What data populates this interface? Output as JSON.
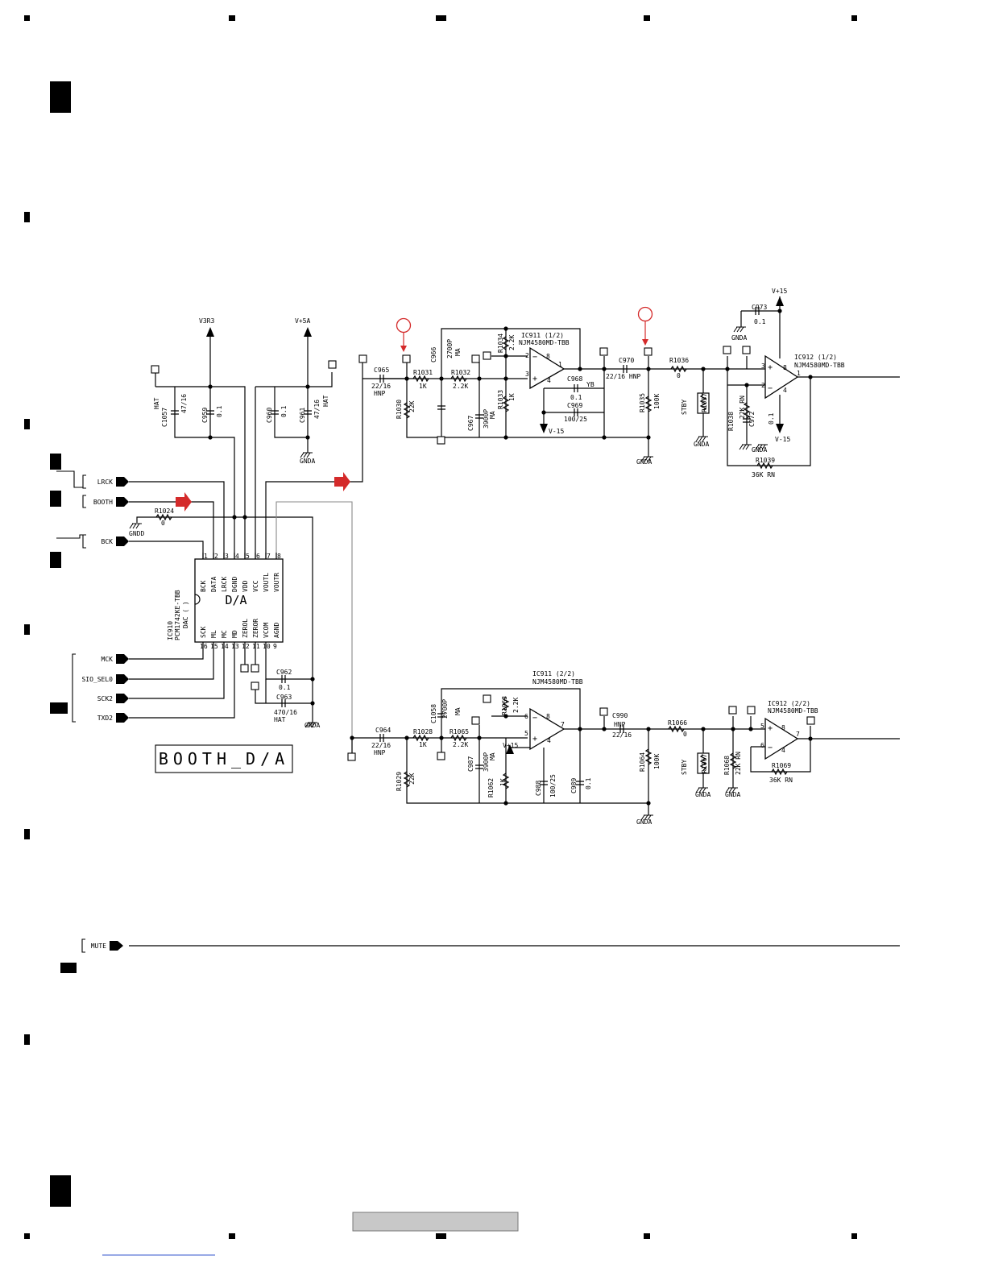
{
  "colors": {
    "wire": "#000000",
    "signal_arrow": "#d42a2a",
    "probe_circle": "#d42a2a",
    "footer_bar": "#c8c8c8",
    "link_line": "#3355cc",
    "gray_wire": "#888888"
  },
  "title_box": "BOOTH_D/A",
  "ports": {
    "lrck": "LRCK",
    "booth": "BOOTH",
    "bck": "BCK",
    "mck": "MCK",
    "sio_sel": "SIO_SEL0",
    "sck2": "SCK2",
    "txd2": "TXD2",
    "mute": "MUTE"
  },
  "rails": {
    "v3r3": "V3R3",
    "v5a": "V+5A",
    "v15p": "V+15",
    "v15n": "V-15"
  },
  "grounds": {
    "gnda": "GNDA",
    "gndd": "GNDD"
  },
  "dac": {
    "ref": "IC910",
    "part": "PCM1742KE-TBB",
    "func": "DAC ( )",
    "center": "D/A",
    "top_pins": [
      {
        "num": "1",
        "name": "BCK"
      },
      {
        "num": "2",
        "name": "DATA"
      },
      {
        "num": "3",
        "name": "LRCK"
      },
      {
        "num": "4",
        "name": "DGND"
      },
      {
        "num": "5",
        "name": "VDD"
      },
      {
        "num": "6",
        "name": "VCC"
      },
      {
        "num": "7",
        "name": "VOUTL"
      },
      {
        "num": "8",
        "name": "VOUTR"
      }
    ],
    "bottom_pins": [
      {
        "num": "16",
        "name": "SCK"
      },
      {
        "num": "15",
        "name": "ML"
      },
      {
        "num": "14",
        "name": "MC"
      },
      {
        "num": "13",
        "name": "MD"
      },
      {
        "num": "12",
        "name": "ZEROL"
      },
      {
        "num": "11",
        "name": "ZEROR"
      },
      {
        "num": "10",
        "name": "VCOM"
      },
      {
        "num": "9",
        "name": "AGND"
      }
    ]
  },
  "opamps": {
    "ic911a": {
      "ref": "IC911 (1/2)",
      "part": "NJM4580MD-TBB",
      "pins": {
        "inv": "2",
        "noninv": "3",
        "out": "1",
        "vp": "8",
        "vn": "4"
      }
    },
    "ic911b": {
      "ref": "IC911 (2/2)",
      "part": "NJM4580MD-TBB",
      "pins": {
        "inv": "6",
        "noninv": "5",
        "out": "7",
        "vp": "8",
        "vn": "4"
      }
    },
    "ic912a": {
      "ref": "IC912 (1/2)",
      "part": "NJM4580MD-TBB",
      "pins": {
        "inv": "2",
        "noninv": "3",
        "out": "1",
        "vp": "8",
        "vn": "4"
      }
    },
    "ic912b": {
      "ref": "IC912 (2/2)",
      "part": "NJM4580MD-TBB",
      "pins": {
        "inv": "6",
        "noninv": "5",
        "out": "7",
        "vp": "8",
        "vn": "4"
      }
    }
  },
  "components": {
    "c1057": {
      "ref": "C1057",
      "val": "47/16",
      "type": "HAT"
    },
    "c959": {
      "ref": "C959",
      "val": "0.1"
    },
    "c960": {
      "ref": "C960",
      "val": "0.1"
    },
    "c961": {
      "ref": "C961",
      "val": "47/16",
      "type": "HAT"
    },
    "r1024": {
      "ref": "R1024",
      "val": "0"
    },
    "c962": {
      "ref": "C962",
      "val": "0.1"
    },
    "c963": {
      "ref": "C963",
      "val": "470/16",
      "type": "HAT"
    },
    "c965": {
      "ref": "C965",
      "val": "22/16",
      "type": "HNP"
    },
    "r1031": {
      "ref": "R1031",
      "val": "1K"
    },
    "r1030": {
      "ref": "R1030",
      "val": "22K"
    },
    "c966": {
      "ref": "C966",
      "val": "2700P",
      "type": "MA"
    },
    "r1032": {
      "ref": "R1032",
      "val": "2.2K"
    },
    "c967": {
      "ref": "C967",
      "val": "3900P",
      "type": "MA"
    },
    "r1034": {
      "ref": "R1034",
      "val": "2.2K"
    },
    "r1033": {
      "ref": "R1033",
      "val": "1K"
    },
    "c968": {
      "ref": "C968",
      "val": "0.1",
      "type": "YB"
    },
    "c969": {
      "ref": "C969",
      "val": "100/25"
    },
    "c970": {
      "ref": "C970",
      "val": "22/16 HNP"
    },
    "r1035": {
      "ref": "R1035",
      "val": "100K"
    },
    "r1036": {
      "ref": "R1036",
      "val": "0"
    },
    "r1037": {
      "ref": "R1037",
      "flag": "STBY"
    },
    "c973": {
      "ref": "C973",
      "val": "0.1"
    },
    "r1038": {
      "ref": "R1038",
      "val": "22K RN"
    },
    "c972": {
      "ref": "C972",
      "val": "0.1"
    },
    "r1039": {
      "ref": "R1039",
      "val": "36K RN"
    },
    "c964": {
      "ref": "C964",
      "val": "22/16",
      "type": "HNP"
    },
    "r1028": {
      "ref": "R1028",
      "val": "1K"
    },
    "r1029": {
      "ref": "R1029",
      "val": "22K"
    },
    "c1058": {
      "ref": "C1058",
      "val": "2700P",
      "type": "MA"
    },
    "r1065": {
      "ref": "R1065",
      "val": "2.2K"
    },
    "c987": {
      "ref": "C987",
      "val": "3900P",
      "type": "MA"
    },
    "r1062": {
      "ref": "R1062",
      "val": "1K"
    },
    "r1063": {
      "ref": "R1063",
      "val": "2.2K"
    },
    "c988": {
      "ref": "C988",
      "val": "100/25"
    },
    "c989": {
      "ref": "C989",
      "val": "0.1"
    },
    "c990": {
      "ref": "C990",
      "val": "22/16",
      "type": "HNP"
    },
    "r1064": {
      "ref": "R1064",
      "val": "100K"
    },
    "r1066": {
      "ref": "R1066",
      "val": "0"
    },
    "r1067": {
      "ref": "R1067",
      "flag": "STBY"
    },
    "r1068": {
      "ref": "R1068",
      "val": "22K RN"
    },
    "r1069": {
      "ref": "R1069",
      "val": "36K RN"
    }
  }
}
